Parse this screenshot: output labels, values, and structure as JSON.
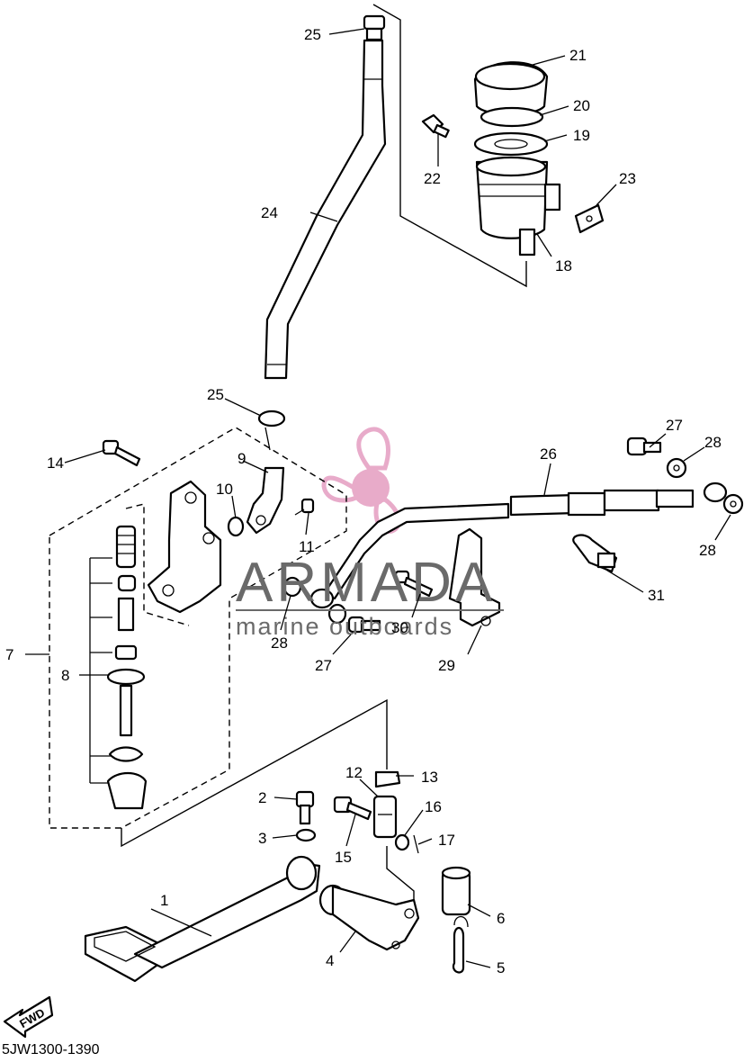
{
  "watermark": {
    "brand": "ARMADA",
    "tagline": "marine outboards",
    "logo_color": "#e6a2c4",
    "text_color": "#6a6a6a"
  },
  "fwd_label": "FWD",
  "catalog_code": "5JW1300-1390",
  "callouts": {
    "c1": "1",
    "c2": "2",
    "c3": "3",
    "c4": "4",
    "c5": "5",
    "c6": "6",
    "c7": "7",
    "c8": "8",
    "c9": "9",
    "c10": "10",
    "c11": "11",
    "c12": "12",
    "c13": "13",
    "c14": "14",
    "c15": "15",
    "c16": "16",
    "c17": "17",
    "c18": "18",
    "c19": "19",
    "c20": "20",
    "c21": "21",
    "c22": "22",
    "c23": "23",
    "c24": "24",
    "c25a": "25",
    "c25b": "25",
    "c26": "26",
    "c27a": "27",
    "c27b": "27",
    "c28a": "28",
    "c28b": "28",
    "c28c": "28",
    "c29": "29",
    "c30": "30",
    "c31": "31"
  }
}
